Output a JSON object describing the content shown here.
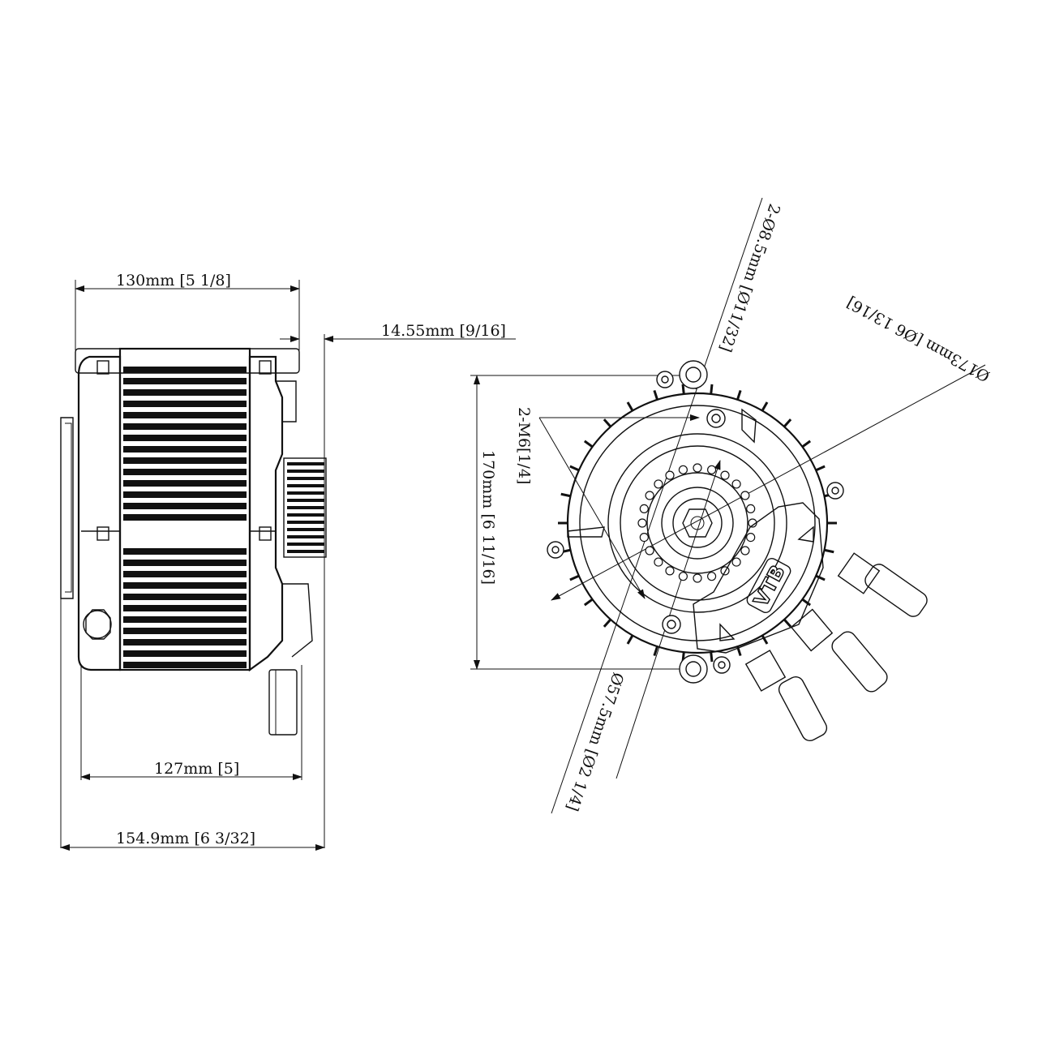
{
  "side_view": {
    "dim_top": "130mm [5 1/8]",
    "dim_flange": "14.55mm [9/16]",
    "dim_body": "127mm [5]",
    "dim_overall": "154.9mm [6 3/32]"
  },
  "front_view": {
    "dim_height": "170mm [6 11/16]",
    "dim_bolts": "2-M6[1/4]",
    "dim_holes": "2-Ø8.5mm [Ø11/32]",
    "dim_outer": "Ø173mm [Ø6 13/16]",
    "dim_inner": "Ø57.5mm [Ø2 1/4]",
    "logo": "VTB"
  }
}
